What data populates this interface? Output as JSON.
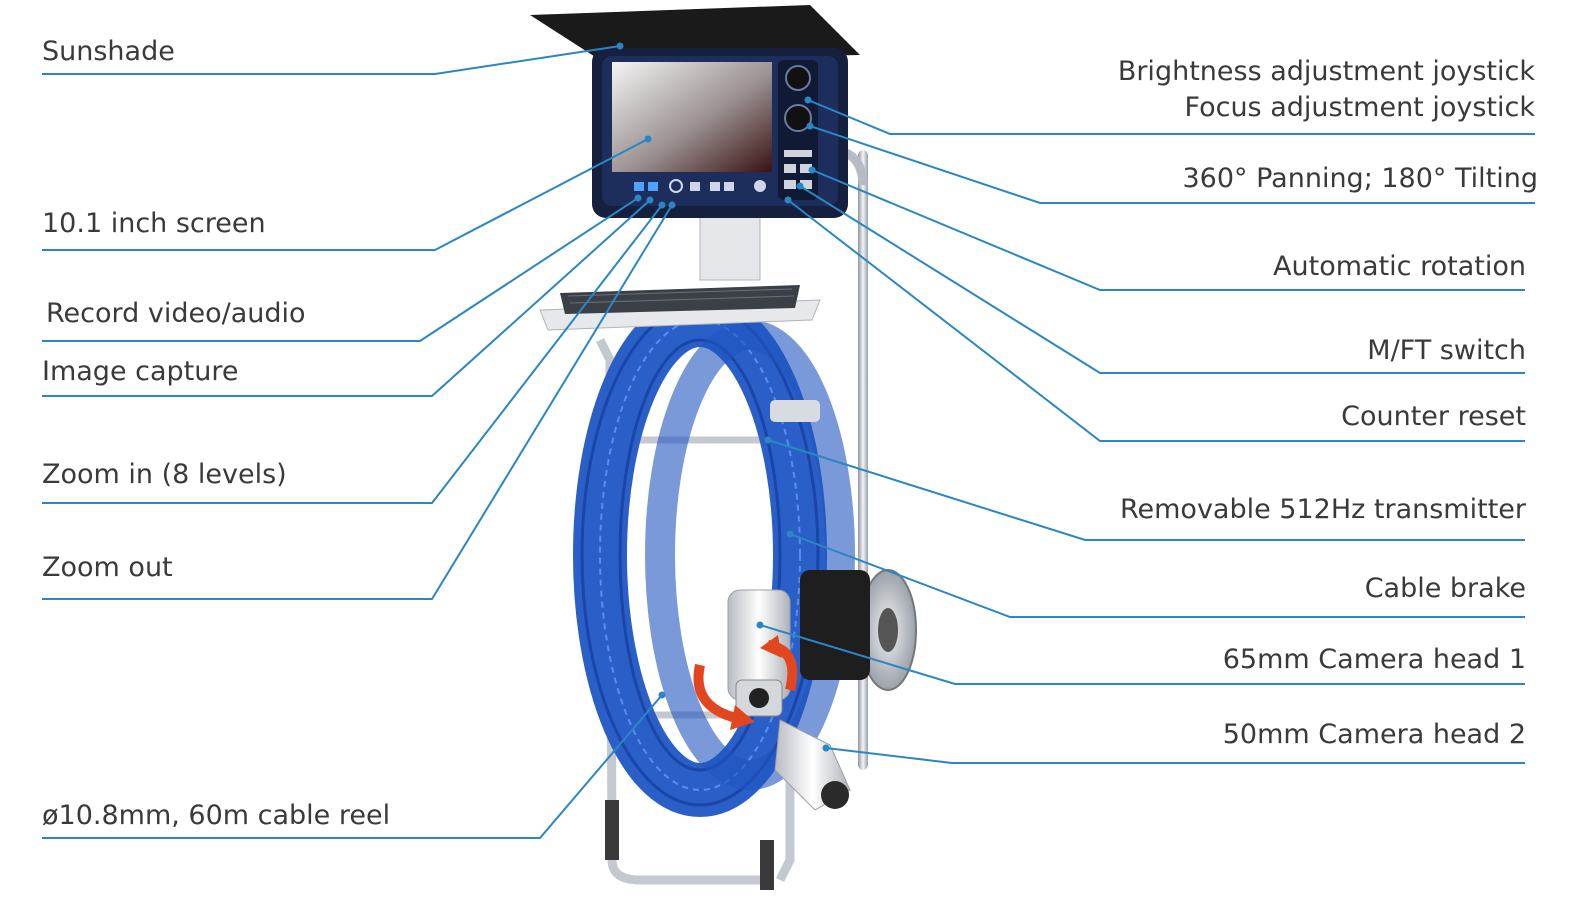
{
  "colors": {
    "leader_line": "#2a86c4",
    "label_text": "#3a3a3a",
    "cable_blue": "#1f5fd0",
    "frame_steel": "#c9ced6",
    "monitor_body": "#1d2a52",
    "camera_white": "#e6e8ec",
    "arrow_orange": "#e2461f"
  },
  "left_labels": {
    "sunshade": "Sunshade",
    "screen": "10.1 inch screen",
    "record": "Record video/audio",
    "capture": "Image capture",
    "zoom_in": "Zoom in (8 levels)",
    "zoom_out": "Zoom out",
    "cable_reel": "ø10.8mm, 60m cable reel"
  },
  "right_labels": {
    "brightness": "Brightness adjustment joystick",
    "focus": "Focus adjustment joystick",
    "pan_tilt": "360° Panning; 180°  Tilting",
    "auto_rotation": "Automatic rotation",
    "mft_switch": "M/FT switch",
    "counter_reset": "Counter reset",
    "transmitter": "Removable 512Hz transmitter",
    "cable_brake": "Cable brake",
    "camera_head_1": "65mm Camera head 1",
    "camera_head_2": "50mm Camera head 2"
  }
}
